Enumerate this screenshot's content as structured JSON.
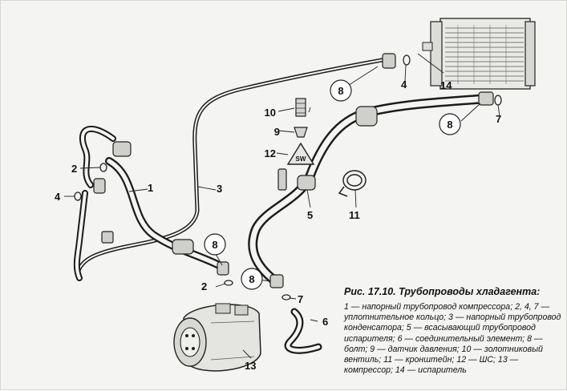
{
  "figure": {
    "caption_title": "Рис. 17.10. Трубопроводы хладагента:",
    "caption_text": "1 — напорный трубопровод компрессора; 2, 4, 7 — уплотнительное кольцо; 3 — напорный трубопровод конденсатора; 5 — всасывающий трубопровод испарителя; 6 — соединительный элемент; 8 — болт; 9 — датчик давления; 10 — золотниковый вентиль; 11 — кронштейн; 12 — ШС; 13 — компрессор; 14 — испаритель"
  },
  "callouts": {
    "n1": "1",
    "n2a": "2",
    "n2b": "2",
    "n3": "3",
    "n4a": "4",
    "n4b": "4",
    "n5": "5",
    "n6": "6",
    "n7a": "7",
    "n7b": "7",
    "n8a": "8",
    "n8b": "8",
    "n8c": "8",
    "n8d": "8",
    "n9": "9",
    "n10": "10",
    "n11": "11",
    "n12": "12",
    "n13": "13",
    "n14": "14",
    "symbol12": "SW"
  }
}
